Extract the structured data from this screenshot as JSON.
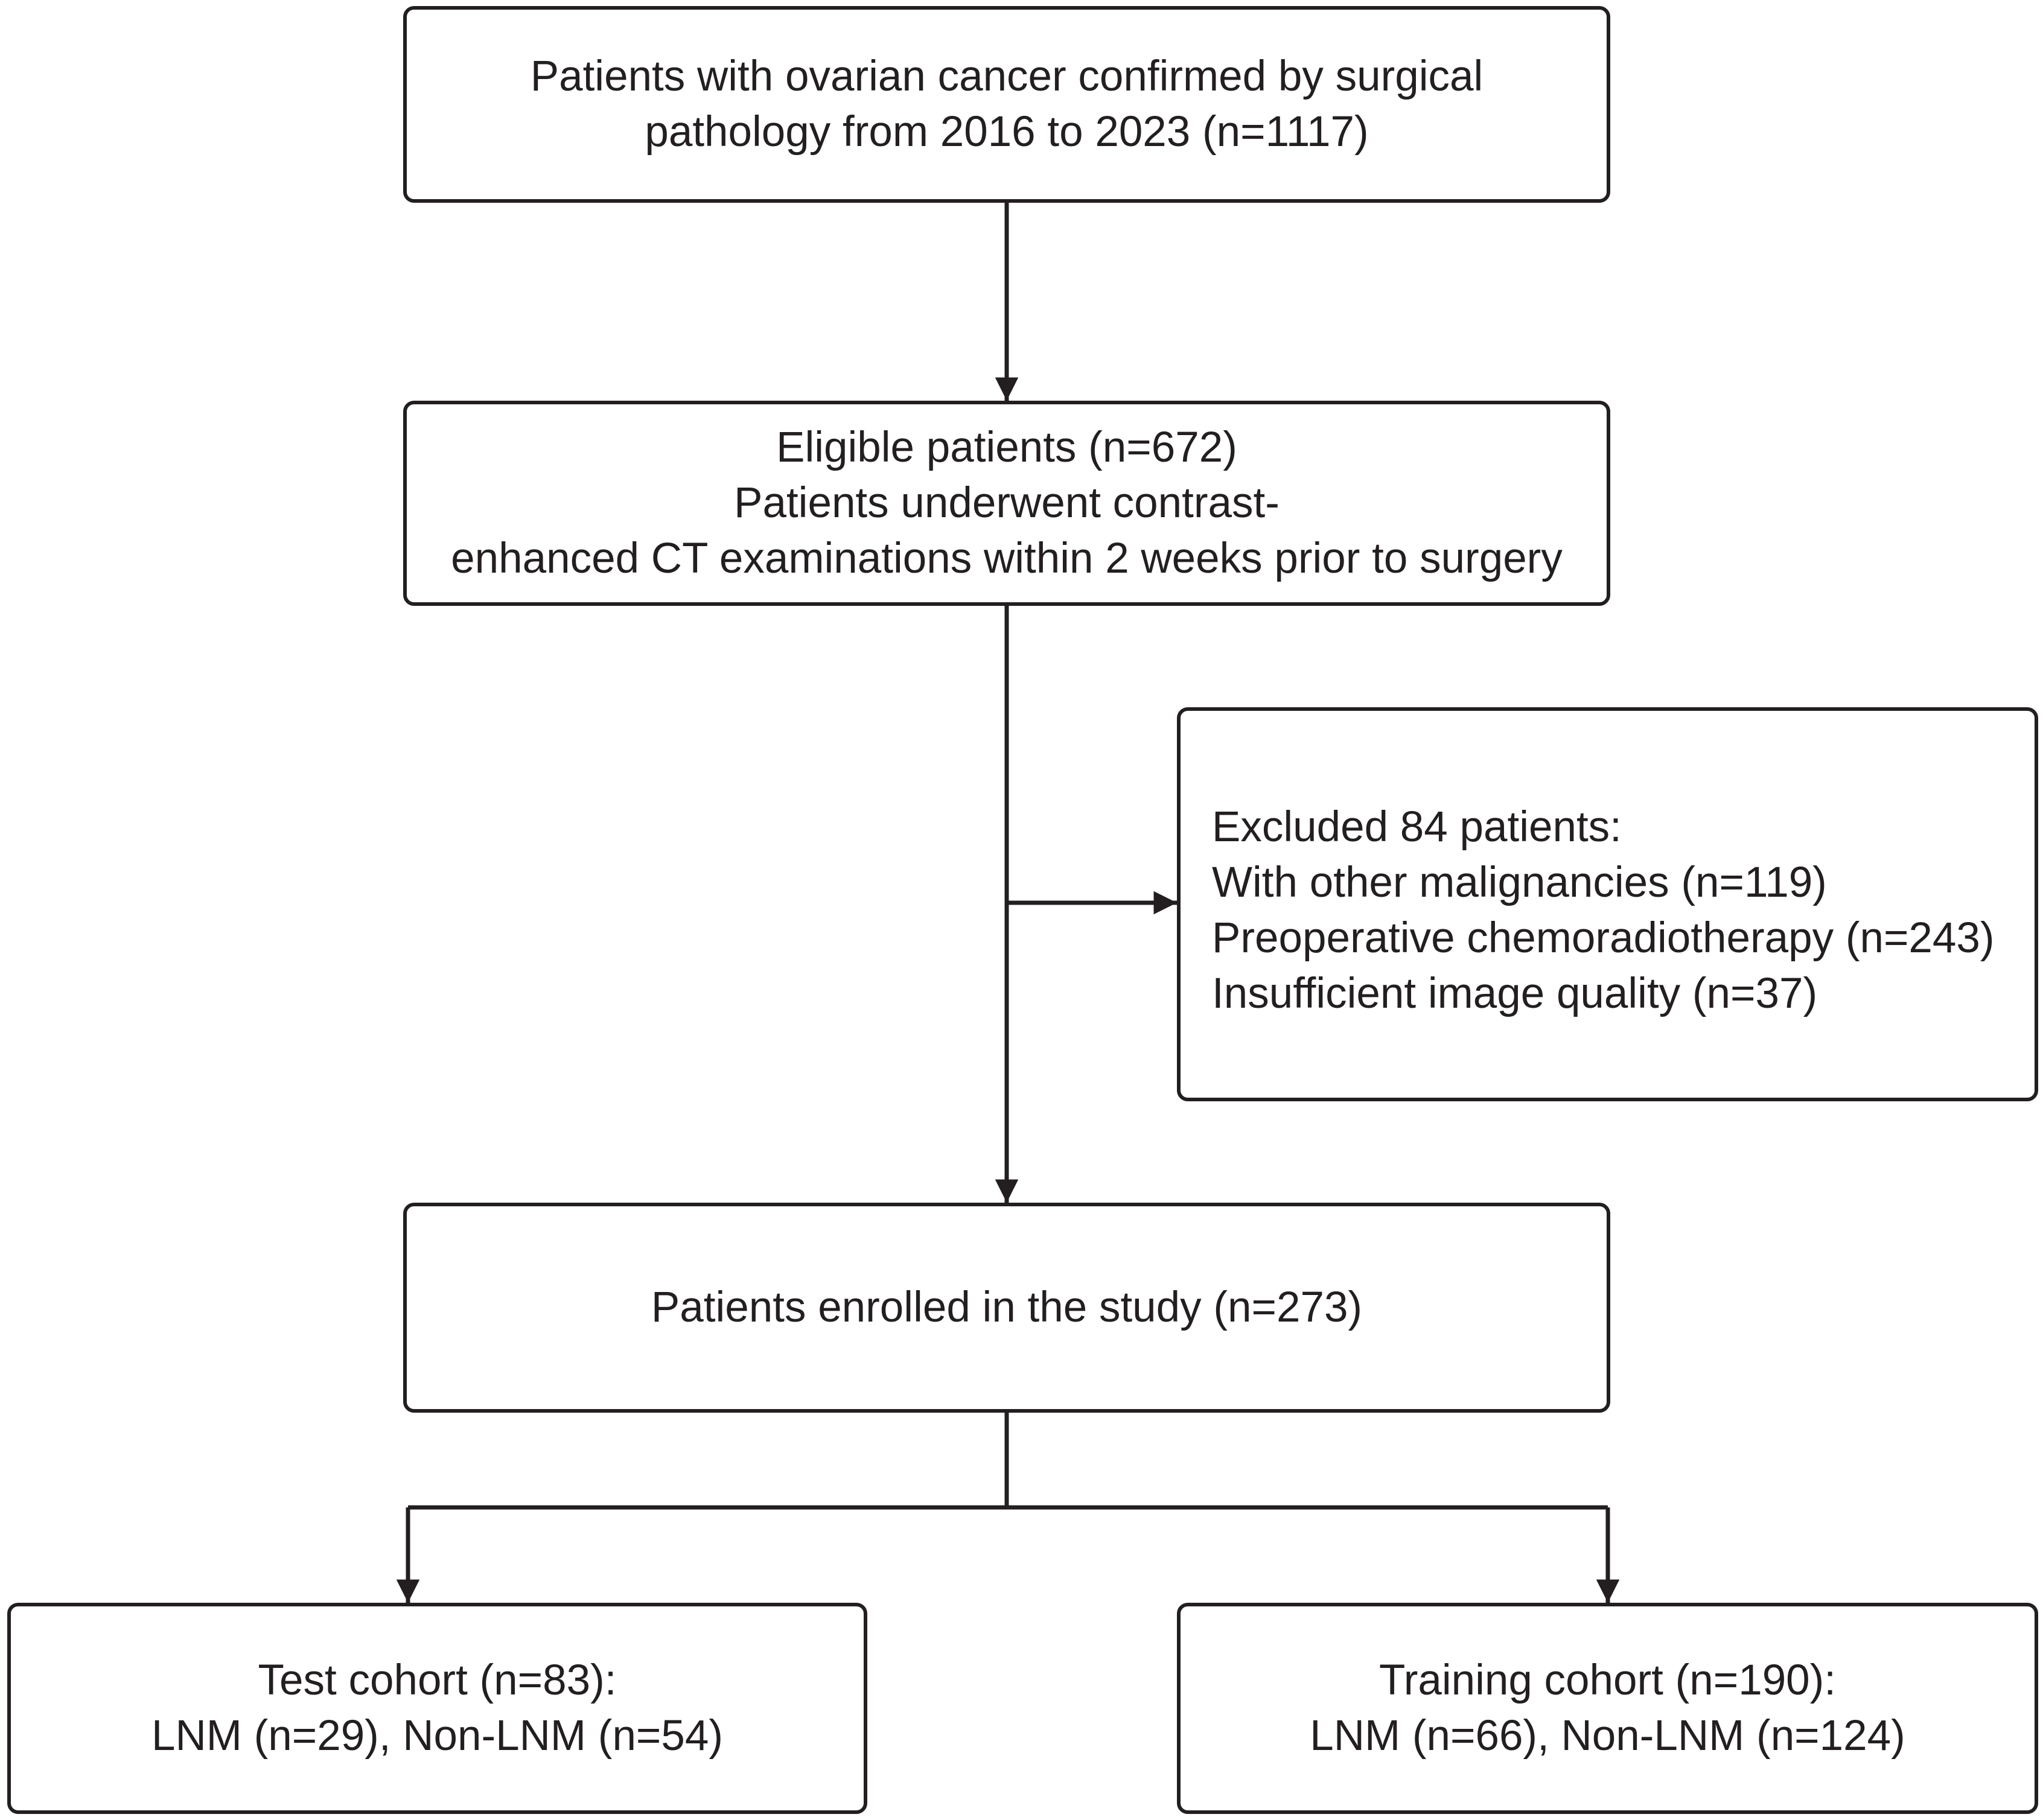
{
  "flowchart": {
    "source": {
      "line1": "Patients with ovarian cancer confirmed by surgical",
      "line2": "pathology from 2016 to 2023 (n=1117)"
    },
    "eligible": {
      "line1": "Eligible patients (n=672)",
      "line2": "Patients underwent contrast-",
      "line3": "enhanced CT examinations within 2 weeks prior to surgery"
    },
    "excluded": {
      "title": "Excluded 84 patients:",
      "reasons": [
        "With other malignancies (n=119)",
        "Preoperative chemoradiotherapy (n=243)",
        "Insufficient image quality (n=37)"
      ]
    },
    "enrolled": {
      "line1": "Patients enrolled in the study (n=273)"
    },
    "test_cohort": {
      "line1": "Test cohort (n=83):",
      "line2": "LNM (n=29), Non-LNM (n=54)"
    },
    "training_cohort": {
      "line1": "Training cohort (n=190):",
      "line2": "LNM (n=66), Non-LNM (n=124)"
    }
  },
  "colors": {
    "stroke": "#231f20",
    "background": "#ffffff"
  }
}
